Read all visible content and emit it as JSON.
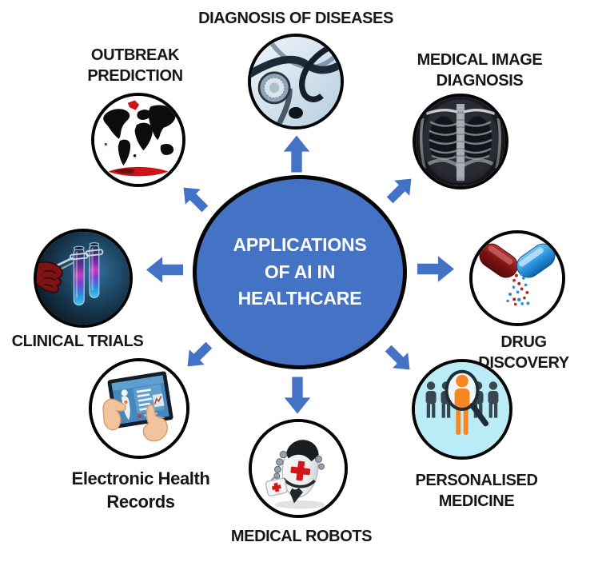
{
  "diagram": {
    "center": {
      "title": "APPLICATIONS\nOF AI IN\nHEALTHCARE",
      "fill_color": "#4472C4",
      "text_color": "#FFFFFF"
    },
    "nodes": [
      {
        "id": "diagnosis-of-diseases",
        "label": "DIAGNOSIS OF DISEASES",
        "icon": "stethoscope-icon",
        "position": "top"
      },
      {
        "id": "medical-image-diagnosis",
        "label": "MEDICAL IMAGE\nDIAGNOSIS",
        "icon": "chest-xray-icon",
        "position": "top-right"
      },
      {
        "id": "drug-discovery",
        "label": "DRUG DISCOVERY",
        "icon": "capsule-icon",
        "position": "right"
      },
      {
        "id": "personalised-medicine",
        "label": "PERSONALISED\nMEDICINE",
        "icon": "magnifier-people-icon",
        "position": "bottom-right"
      },
      {
        "id": "medical-robots",
        "label": "MEDICAL ROBOTS",
        "icon": "medical-robot-icon",
        "position": "bottom"
      },
      {
        "id": "electronic-health-records",
        "label": "Electronic Health\nRecords",
        "icon": "tablet-health-record-icon",
        "position": "bottom-left"
      },
      {
        "id": "clinical-trials",
        "label": "CLINICAL TRIALS",
        "icon": "test-tubes-icon",
        "position": "left"
      },
      {
        "id": "outbreak-prediction",
        "label": "OUTBREAK\nPREDICTION",
        "icon": "world-map-icon",
        "position": "top-left"
      }
    ],
    "arrows": [
      "up",
      "up-right",
      "right",
      "down-right",
      "down",
      "down-left",
      "left",
      "up-left"
    ],
    "colors": {
      "arrow_blue": "#4472C4",
      "circle_outline": "#050505",
      "label_text": "#171717",
      "personalised_bg": "#B9ECF6",
      "personalised_orange": "#F6861F",
      "capsule_red": "#8E1B1B",
      "capsule_blue": "#2E9FE6",
      "map_red": "#CC1414"
    }
  }
}
